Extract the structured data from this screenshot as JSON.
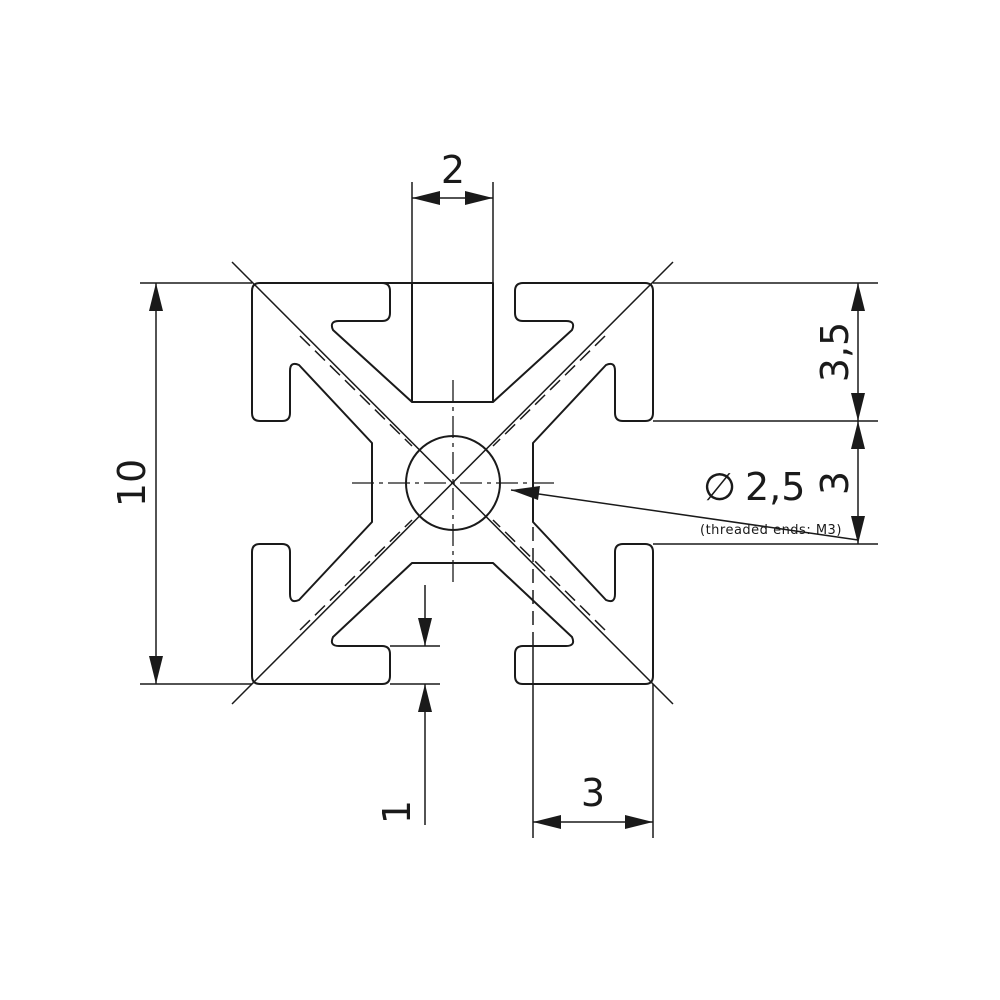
{
  "dimensions": {
    "slot_width": "2",
    "overall_height": "10",
    "top_offset": "3,5",
    "center_band": "3",
    "bore_label": "2,5",
    "wall_thickness": "1",
    "corner_width": "3"
  },
  "annotations": {
    "diameter_symbol": "∅",
    "bore_note": "(threaded ends: M3)"
  }
}
